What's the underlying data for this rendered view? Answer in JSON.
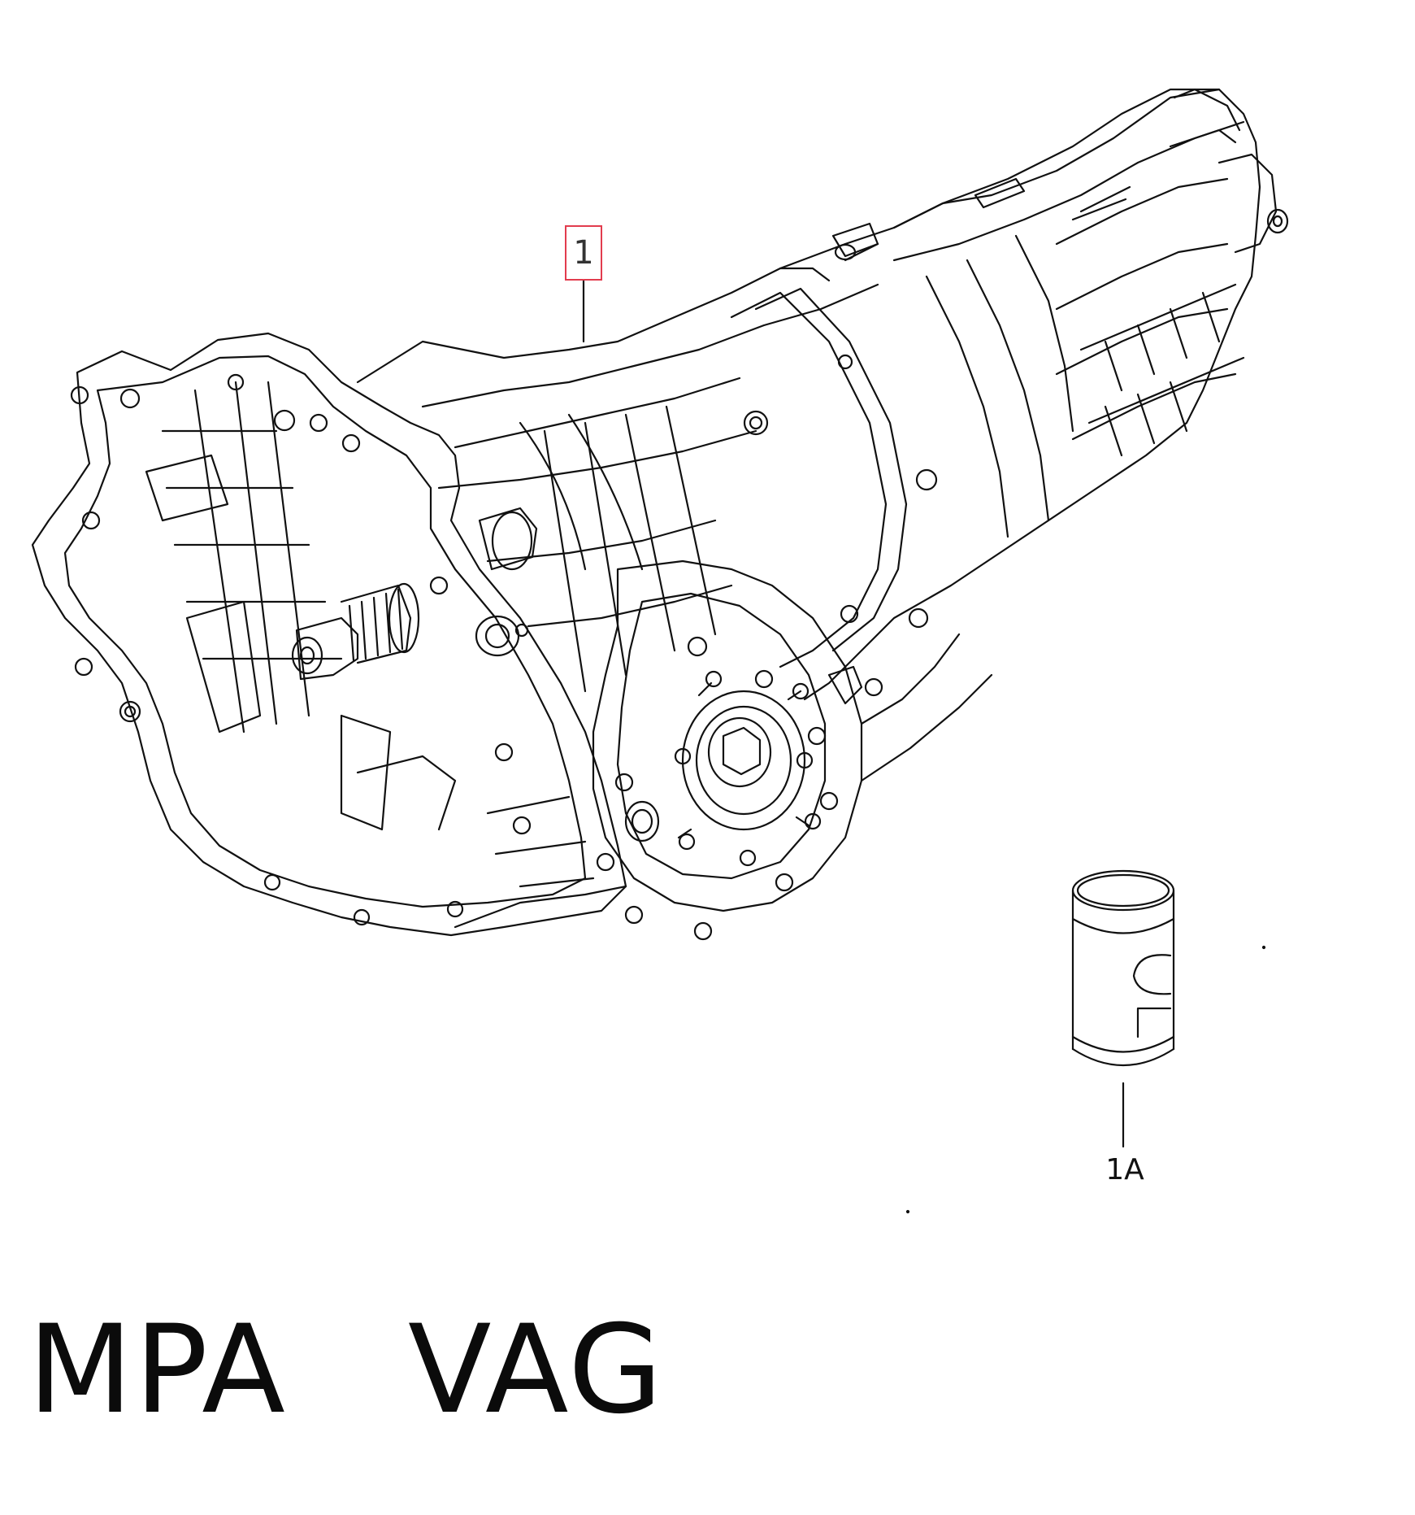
{
  "diagram": {
    "callouts": [
      {
        "id": "1",
        "label": "1",
        "highlighted": true
      },
      {
        "id": "1A",
        "label": "1A",
        "highlighted": false
      }
    ],
    "parts": [
      {
        "id": "1",
        "icon": "transmission-assembly-icon"
      },
      {
        "id": "1A",
        "icon": "oil-canister-icon"
      }
    ],
    "colors": {
      "line": "#111111",
      "highlight": "#e23c4e"
    }
  },
  "footer": {
    "text": "MPA   VAG"
  }
}
